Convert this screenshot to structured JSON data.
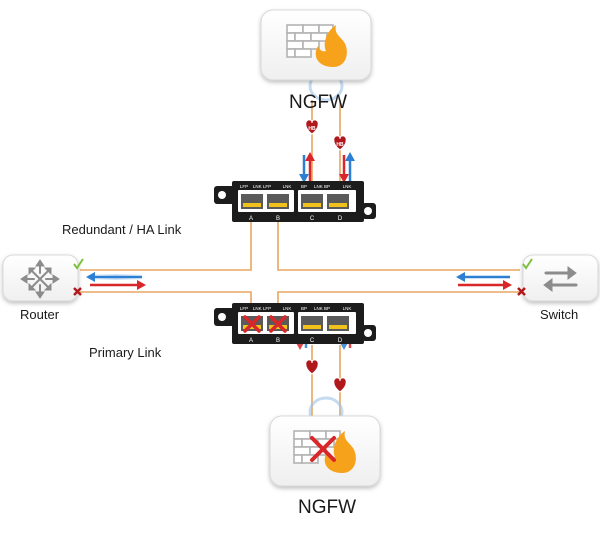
{
  "nodes": {
    "ngfw_top": {
      "label": "NGFW",
      "icon": "firewall-flame-icon"
    },
    "ngfw_bottom": {
      "label": "NGFW",
      "icon": "firewall-flame-failed-icon"
    },
    "router": {
      "label": "Router",
      "icon": "router-arrows-icon"
    },
    "switch": {
      "label": "Switch",
      "icon": "switch-arrows-icon"
    }
  },
  "links": {
    "redundant": {
      "label": "Redundant / HA Link"
    },
    "primary": {
      "label": "Primary Link"
    }
  },
  "bypass_top": {
    "port_tags": [
      "LFP",
      "LNK LFP",
      "LNK",
      "BP",
      "LNK BP",
      "LNK"
    ],
    "segments": [
      "A",
      "B",
      "C",
      "D"
    ]
  },
  "bypass_bottom": {
    "port_tags": [
      "LFP",
      "LNK LFP",
      "LNK",
      "BP",
      "LNK BP",
      "LNK"
    ],
    "segments": [
      "A",
      "B",
      "C",
      "D"
    ]
  },
  "heartbeat_label": "HB",
  "colors": {
    "link_line": "#e8a661",
    "flow_red": "#d9262a",
    "flow_blue": "#2d7fd3",
    "flame": "#f7a21b",
    "fail_x": "#d9262a",
    "check": "#7dc23f",
    "appliance": "#1c1c1c"
  }
}
